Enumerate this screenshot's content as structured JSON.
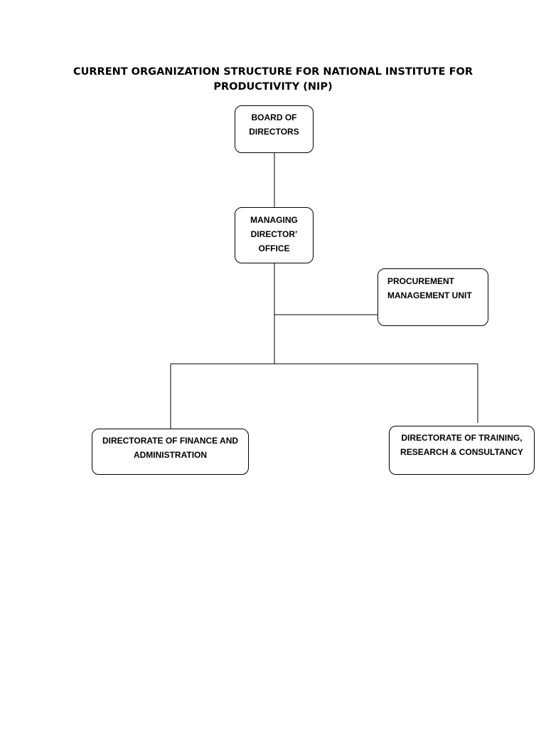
{
  "document": {
    "title_lines": [
      "CURRENT ORGANIZATION STRUCTURE FOR NATIONAL INSTITUTE FOR",
      "PRODUCTIVITY (NIP)"
    ]
  },
  "org_chart": {
    "nodes": {
      "board": {
        "lines": [
          "BOARD OF",
          "DIRECTORS"
        ]
      },
      "managing_director": {
        "lines": [
          "MANAGING",
          "DIRECTOR’",
          "OFFICE"
        ]
      },
      "procurement": {
        "lines": [
          "PROCUREMENT",
          "MANAGEMENT UNIT"
        ]
      },
      "finance_admin": {
        "lines": [
          "DIRECTORATE OF FINANCE AND",
          "ADMINISTRATION"
        ]
      },
      "training": {
        "lines": [
          "DIRECTORATE OF TRAINING,",
          "RESEARCH & CONSULTANCY"
        ]
      }
    },
    "edges": [
      {
        "from": "board",
        "to": "managing_director",
        "relation": "reports"
      },
      {
        "from": "managing_director",
        "to": "procurement",
        "relation": "staff unit"
      },
      {
        "from": "managing_director",
        "to": "finance_admin",
        "relation": "reports"
      },
      {
        "from": "managing_director",
        "to": "training",
        "relation": "reports"
      }
    ]
  },
  "colors": {
    "line": "#000000",
    "box_border": "#000000",
    "background": "#ffffff"
  }
}
